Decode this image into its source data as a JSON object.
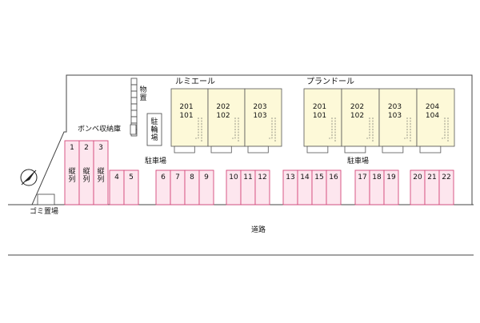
{
  "colors": {
    "parking_fill": "#fde6ee",
    "parking_stroke": "#d4477a",
    "building_fill": "#fdf9d8",
    "building_stroke": "#555555",
    "lot_fill": "#ffffff",
    "line": "#444444"
  },
  "icons": {
    "compass": "north-arrow-icon"
  },
  "labels": {
    "building_left": "ルミエール",
    "building_right": "プランドール",
    "monooki": "物置",
    "bicycle": "駐輪場",
    "gas_storage": "ボンベ収納庫",
    "parking_left": "駐車場",
    "parking_right": "駐車場",
    "garbage": "ゴミ置場",
    "road": "道路",
    "tate": "縦列"
  },
  "parking_slots": [
    "1",
    "2",
    "3",
    "4",
    "5",
    "6",
    "7",
    "8",
    "9",
    "10",
    "11",
    "12",
    "13",
    "14",
    "15",
    "16",
    "17",
    "18",
    "19",
    "20",
    "21",
    "22"
  ],
  "units_left": [
    {
      "top": "201",
      "bottom": "101"
    },
    {
      "top": "202",
      "bottom": "102"
    },
    {
      "top": "203",
      "bottom": "103"
    }
  ],
  "units_right": [
    {
      "top": "201",
      "bottom": "101"
    },
    {
      "top": "202",
      "bottom": "102"
    },
    {
      "top": "203",
      "bottom": "103"
    },
    {
      "top": "204",
      "bottom": "104"
    }
  ]
}
